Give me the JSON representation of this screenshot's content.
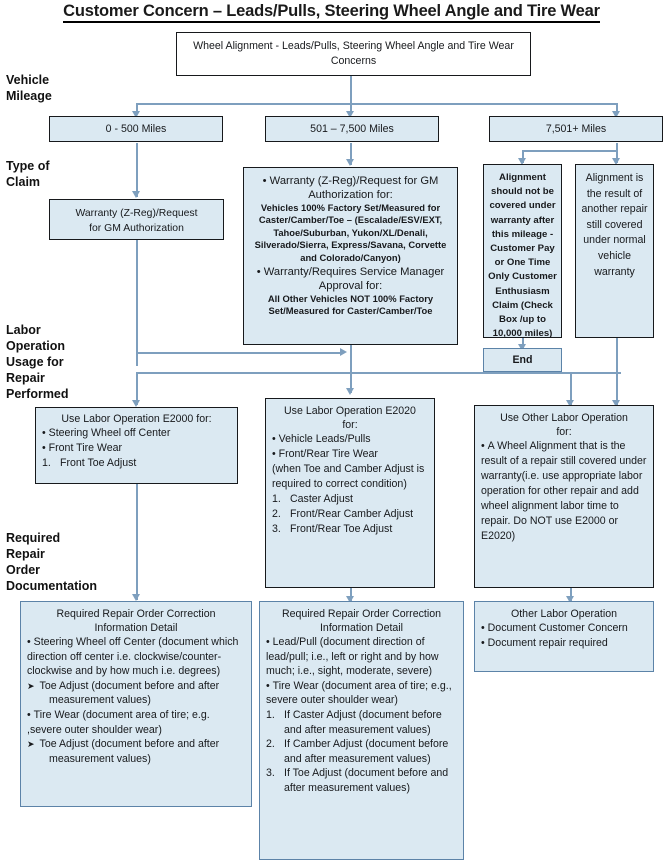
{
  "title": "Customer Concern – Leads/Pulls, Steering Wheel Angle and Tire Wear",
  "row_labels": {
    "vehicle_mileage": "Vehicle\nMileage",
    "type_of_claim": "Type of\nClaim",
    "labor_operation": "Labor\nOperation\nUsage for\nRepair\nPerformed",
    "required_documentation": "Required\nRepair\nOrder\nDocumentation"
  },
  "start_node": {
    "text": "Wheel Alignment - Leads/Pulls, Steering Wheel Angle and Tire Wear Concerns"
  },
  "mileage_nodes": [
    {
      "label": "0 - 500 Miles"
    },
    {
      "label": "501 – 7,500 Miles"
    },
    {
      "label": "7,501+ Miles"
    }
  ],
  "claim_nodes": {
    "low_mileage": {
      "line1": "Warranty (Z-Reg)/Request",
      "line2": "for GM  Authorization"
    },
    "mid_mileage": {
      "bullet1_head_line1": "Warranty (Z-Reg)/Request for GM",
      "bullet1_head_line2": "Authorization for:",
      "bullet1_body": "Vehicles 100% Factory Set/Measured for Caster/Camber/Toe – (Escalade/ESV/EXT, Tahoe/Suburban, Yukon/XL/Denali, Silverado/Sierra, Express/Savana,  Corvette and Colorado/Canyon)",
      "bullet2_head_line1": "Warranty/Requires Service Manager",
      "bullet2_head_line2": "Approval for:",
      "bullet2_body": "All Other Vehicles NOT 100% Factory Set/Measured for Caster/Camber/Toe"
    },
    "high_mileage_a": {
      "text": "Alignment should not be covered under warranty after this mileage - Customer Pay or  One Time Only Customer Enthusiasm Claim (Check Box /up to 10,000 miles)"
    },
    "high_mileage_b": {
      "text": "Alignment is the result of another repair still covered under normal vehicle warranty"
    },
    "end_node": {
      "label": "End"
    }
  },
  "labor_nodes": {
    "e2000": {
      "heading": "Use Labor Operation E2000 for:",
      "bullets": [
        "Steering Wheel off Center",
        "Front Tire Wear"
      ],
      "numbered": [
        {
          "n": "1.",
          "t": "Front Toe Adjust"
        }
      ]
    },
    "e2020": {
      "heading_line1": "Use Labor Operation E2020",
      "heading_line2": "for:",
      "bullets": [
        "Vehicle Leads/Pulls",
        "Front/Rear Tire Wear"
      ],
      "note": "(when Toe and Camber Adjust is required to correct condition)",
      "numbered": [
        {
          "n": "1.",
          "t": "Caster Adjust"
        },
        {
          "n": "2.",
          "t": "Front/Rear Camber Adjust"
        },
        {
          "n": "3.",
          "t": "Front/Rear Toe Adjust"
        }
      ]
    },
    "other": {
      "heading_line1": "Use Other Labor Operation",
      "heading_line2": "for:",
      "bullet": "A Wheel Alignment that is the result of a repair still covered under warranty(i.e. use appropriate labor operation for other repair and add wheel alignment labor time to repair. Do NOT use E2000 or E2020)"
    }
  },
  "doc_nodes": {
    "left": {
      "heading_line1": "Required Repair Order Correction",
      "heading_line2": "Information Detail",
      "items": [
        {
          "kind": "bullet",
          "text": "Steering Wheel off Center (document which direction off center i.e. clockwise/counter-clockwise and by how much i.e. degrees)"
        },
        {
          "kind": "arrow",
          "text": "Toe Adjust (document before and after measurement values)"
        },
        {
          "kind": "bullet",
          "text": "Tire Wear (document area of tire; e.g. ,severe outer shoulder wear)"
        },
        {
          "kind": "arrow",
          "text": "Toe Adjust (document before and after measurement values)"
        }
      ]
    },
    "middle": {
      "heading_line1": "Required Repair Order Correction",
      "heading_line2": "Information Detail",
      "bullets": [
        "Lead/Pull (document direction of lead/pull; i.e., left or right and by how much; i.e., sight, moderate, severe)",
        "Tire Wear (document area of tire; e.g., severe outer shoulder wear)"
      ],
      "numbered": [
        {
          "n": "1.",
          "t": "If Caster Adjust (document before and after measurement values)"
        },
        {
          "n": "2.",
          "t": "If Camber Adjust (document before and after measurement values)"
        },
        {
          "n": "3.",
          "t": "If Toe Adjust (document before and after measurement values)"
        }
      ]
    },
    "right": {
      "heading": "Other Labor Operation",
      "bullets": [
        "Document Customer Concern",
        "Document repair required"
      ]
    }
  },
  "colors": {
    "node_fill": "#dbe9f2",
    "node_border": "#17191c",
    "connector": "#7e9fbe",
    "text": "#17191c"
  }
}
